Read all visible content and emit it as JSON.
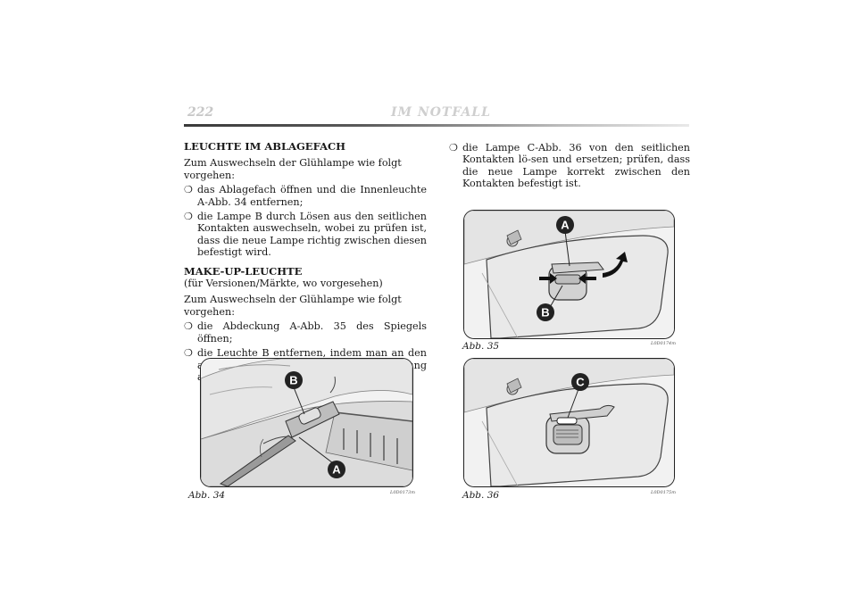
{
  "header": {
    "page_number": "222",
    "section_title": "IM NOTFALL"
  },
  "left_column": {
    "heading_1": "LEUCHTE IM ABLAGEFACH",
    "intro_1": "Zum Auswechseln der Glühlampe wie folgt vorgehen:",
    "bullets_1": [
      "das Ablagefach öffnen und die Innenleuchte A-Abb. 34 entfernen;",
      "die Lampe B durch Lösen aus den seitlichen Kontakten auswechseln, wobei zu prüfen ist, dass die neue Lampe richtig zwischen diesen befestigt wird."
    ],
    "heading_2": "MAKE-UP-LEUCHTE",
    "heading_2_sub": "(für Versionen/Märkte, wo vorgesehen)",
    "intro_2": "Zum Auswechseln der Glühlampe wie folgt vorgehen:",
    "bullets_2": [
      "die Abdeckung A-Abb. 35 des Spiegels öffnen;",
      "die Leuchte B entfernen, indem man an den angegebe-nen Punkten eine Hebelwirkung ausübt;"
    ]
  },
  "right_column": {
    "bullets": [
      "die Lampe C-Abb. 36 von den seitlichen Kontakten lö-sen und ersetzen; prüfen, dass die neue Lampe korrekt zwischen den Kontakten befestigt ist."
    ]
  },
  "bullet_symbol": "❍",
  "figures": {
    "fig34": {
      "caption": "Abb. 34",
      "code": "L0D0173m",
      "callouts": [
        "B",
        "A"
      ]
    },
    "fig35": {
      "caption": "Abb. 35",
      "code": "L0D0174m",
      "callouts": [
        "A",
        "B"
      ]
    },
    "fig36": {
      "caption": "Abb. 36",
      "code": "L0D0175m",
      "callouts": [
        "C"
      ]
    }
  }
}
